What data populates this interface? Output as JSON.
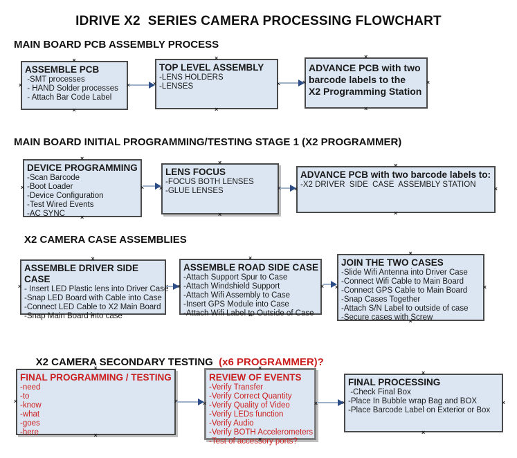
{
  "title": "IDRIVE X2  SERIES CAMERA PROCESSING FLOWCHART",
  "colors": {
    "box_fill": "#dce6f2",
    "box_border": "#4a4a4a",
    "connector_line": "#9cb0c9",
    "arrow_head": "#2d4d86",
    "red_text": "#cc2020",
    "heading_text": "#111111"
  },
  "anchor_icon": "×",
  "sections": [
    {
      "heading": "MAIN BOARD PCB ASSEMBLY PROCESS",
      "boxes": [
        {
          "title": "ASSEMBLE PCB",
          "items": [
            " -SMT processes",
            " - HAND Solder processes",
            " - Attach Bar Code Label"
          ]
        },
        {
          "title": "TOP LEVEL ASSEMBLY",
          "items": [
            "-LENS HOLDERS",
            "-LENSES"
          ]
        },
        {
          "title": "ADVANCE PCB with two\nbarcode labels to the\n X2 Programming Station",
          "items": []
        }
      ]
    },
    {
      "heading": "MAIN BOARD INITIAL PROGRAMMING/TESTING STAGE 1 (X2 PROGRAMMER)",
      "boxes": [
        {
          "title": "DEVICE PROGRAMMING",
          "items": [
            "-Scan Barcode",
            "-Boot Loader",
            "-Device Configuration",
            "-Test Wired Events",
            "-AC SYNC"
          ]
        },
        {
          "title": "LENS FOCUS",
          "items": [
            "-FOCUS BOTH LENSES",
            "-GLUE LENSES"
          ]
        },
        {
          "title": "ADVANCE PCB with two barcode labels to:",
          "items": [
            "-X2 DRIVER  SIDE  CASE  ASSEMBLY STATION"
          ]
        }
      ]
    },
    {
      "heading": "X2 CAMERA CASE ASSEMBLIES",
      "boxes": [
        {
          "title": "ASSEMBLE DRIVER SIDE CASE",
          "items": [
            "- Insert LED Plastic lens into Driver Case",
            "-Snap LED Board with Cable into Case",
            "-Connect LED Cable to X2 Main Board",
            "-Snap Main Board into case"
          ]
        },
        {
          "title": "ASSEMBLE ROAD SIDE CASE",
          "items": [
            "-Attach Support Spur to Case",
            "-Attach Windshield Support",
            "-Attach Wifi Assembly to Case",
            "-Insert GPS Module into Case",
            "-Attach Wifi Label to Outside of Case"
          ]
        },
        {
          "title": "JOIN THE TWO CASES",
          "items": [
            "-Slide Wifi Antenna into Driver Case",
            "-Connect Wifi Cable to Main Board",
            "-Connect GPS Cable to Main Board",
            "-Snap Cases Together",
            "-Attach S/N Label to outside of case",
            "-Secure cases with Screw"
          ]
        }
      ]
    },
    {
      "heading": "X2 CAMERA SECONDARY TESTING ",
      "heading_red": " (x6 PROGRAMMER)?",
      "boxes": [
        {
          "title": "FINAL PROGRAMMING / TESTING",
          "items": [
            "-need",
            "-to",
            "-know",
            "-what",
            "-goes",
            "-here"
          ]
        },
        {
          "title": "REVIEW OF EVENTS",
          "items": [
            "-Verify Transfer",
            "-Verify Correct Quantity",
            "-Verify Quality of Video",
            "-Verify LEDs function",
            "-Verify Audio",
            "-Verify BOTH Accelerometers",
            "-Test of accessory ports?"
          ]
        },
        {
          "title": "FINAL PROCESSING",
          "items": [
            " -Check Final Box",
            "-Place In Bubble wrap Bag and BOX",
            "-Place Barcode Label on Exterior or Box"
          ]
        }
      ]
    }
  ]
}
